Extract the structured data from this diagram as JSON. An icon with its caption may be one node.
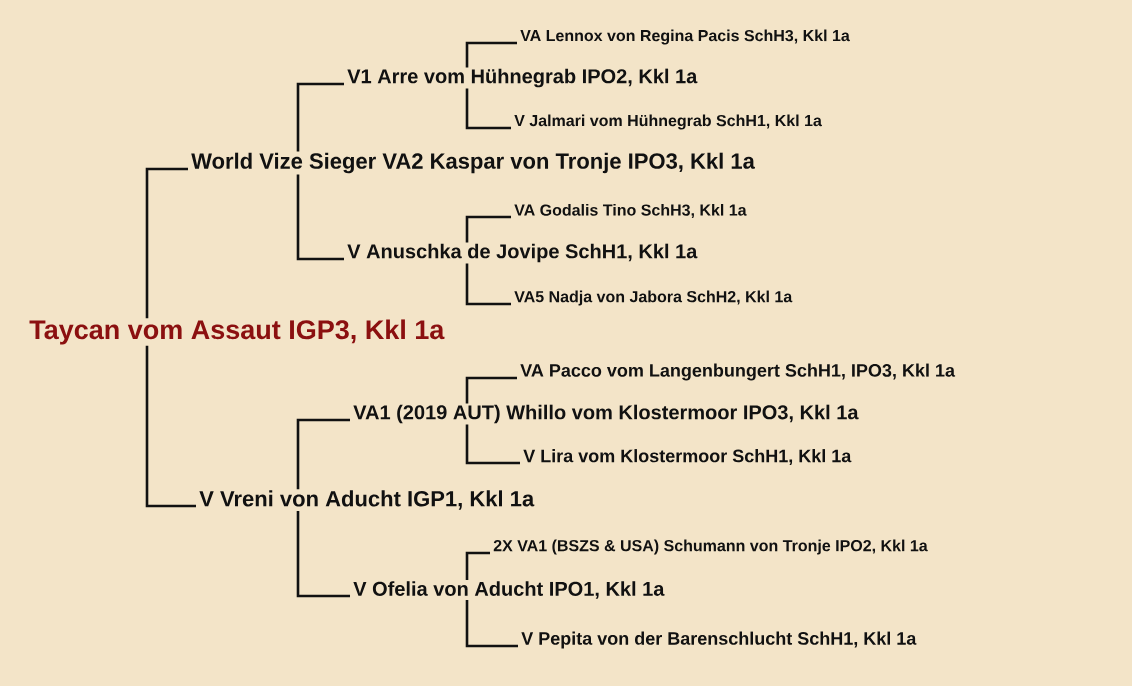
{
  "diagram": {
    "nodes": [
      {
        "text": [
          "Taycan vom Assaut  IGP3, Kkl 1a"
        ]
      },
      {
        "text": [
          "World Vize Sieger VA2 Kaspar von Tronje  IPO3, Kkl 1a"
        ]
      },
      {
        "text": [
          "V1 Arre vom Hühnegrab  IPO2, Kkl 1a"
        ]
      },
      {
        "text": [
          "VA Lennox von Regina Pacis  SchH3, Kkl 1a"
        ]
      },
      {
        "text": [
          "V Jalmari vom Hühnegrab  SchH1, Kkl 1a"
        ]
      },
      {
        "text": [
          "V Anuschka de Jovipe  SchH1, Kkl 1a"
        ]
      },
      {
        "text": [
          "VA Godalis Tino  SchH3, Kkl 1a"
        ]
      },
      {
        "text": [
          "VA5 Nadja von Jabora  SchH2, Kkl 1a"
        ]
      },
      {
        "text": [
          "V Vreni von Aducht  IGP1, Kkl 1a"
        ]
      },
      {
        "text": [
          "VA1 (2019 AUT) Whillo vom Klostermoor  IPO3, Kkl 1a"
        ]
      },
      {
        "text": [
          "VA Pacco vom Langenbungert  SchH1, IPO3, Kkl 1a"
        ]
      },
      {
        "text": [
          "V Lira vom Klostermoor  SchH1, Kkl 1a"
        ]
      },
      {
        "text": [
          "V Ofelia von Aducht  IPO1, Kkl 1a"
        ]
      },
      {
        "text": [
          "2X VA1 (BSZS & USA) Schumann von Tronje  IPO2, Kkl 1a"
        ]
      },
      {
        "text": [
          "V Pepita von der Barenschlucht  SchH1, Kkl 1a"
        ]
      }
    ],
    "edges": [
      {
        "from": 0,
        "to": 1,
        "arrow": "none"
      },
      {
        "from": 0,
        "to": 8,
        "arrow": "none"
      },
      {
        "from": 1,
        "to": 2,
        "arrow": "none"
      },
      {
        "from": 1,
        "to": 5,
        "arrow": "none"
      },
      {
        "from": 2,
        "to": 3,
        "arrow": "none"
      },
      {
        "from": 2,
        "to": 4,
        "arrow": "none"
      },
      {
        "from": 5,
        "to": 6,
        "arrow": "none"
      },
      {
        "from": 5,
        "to": 7,
        "arrow": "none"
      },
      {
        "from": 8,
        "to": 9,
        "arrow": "none"
      },
      {
        "from": 8,
        "to": 12,
        "arrow": "none"
      },
      {
        "from": 9,
        "to": 10,
        "arrow": "none"
      },
      {
        "from": 9,
        "to": 11,
        "arrow": "none"
      },
      {
        "from": 12,
        "to": 13,
        "arrow": "none"
      },
      {
        "from": 12,
        "to": 14,
        "arrow": "none"
      }
    ]
  }
}
